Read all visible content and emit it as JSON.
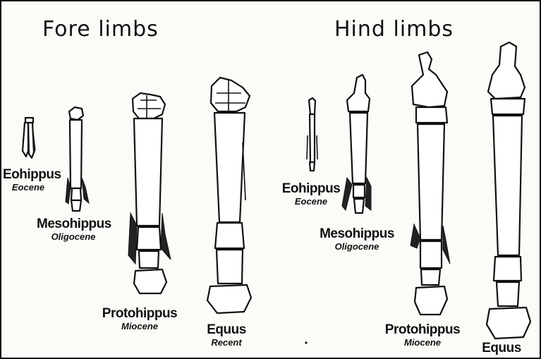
{
  "headings": {
    "fore": "Fore  limbs",
    "hind": "Hind  limbs"
  },
  "fore_limbs": [
    {
      "genus": "Eohippus",
      "epoch": "Eocene"
    },
    {
      "genus": "Mesohippus",
      "epoch": "Oligocene"
    },
    {
      "genus": "Protohippus",
      "epoch": "Miocene"
    },
    {
      "genus": "Equus",
      "epoch": "Recent"
    }
  ],
  "hind_limbs": [
    {
      "genus": "Eohippus",
      "epoch": "Eocene"
    },
    {
      "genus": "Mesohippus",
      "epoch": "Oligocene"
    },
    {
      "genus": "Protohippus",
      "epoch": "Miocene"
    },
    {
      "genus": "Equus",
      "epoch": ""
    }
  ]
}
